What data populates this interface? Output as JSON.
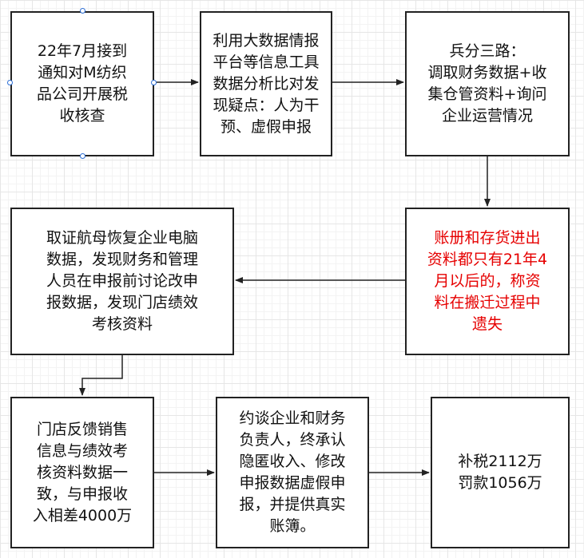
{
  "diagram": {
    "nodes": [
      {
        "id": "step1",
        "text": "22年7月接到\n通知对M纺织\n品公司开展税\n收核查",
        "style": "normal"
      },
      {
        "id": "step2",
        "text": "利用大数据情报\n平台等信息工具\n数据分析比对发\n现疑点：人为干\n预、虚假申报",
        "style": "normal"
      },
      {
        "id": "step3",
        "text": "兵分三路：\n调取财务数据+收\n集仓管资料+询问\n企业运营情况",
        "style": "normal"
      },
      {
        "id": "step4",
        "text": "账册和存货进出\n资料都只有21年4\n月以后的，称资\n料在搬迁过程中\n遗失",
        "style": "alert"
      },
      {
        "id": "step5",
        "text": "取证航母恢复企业电脑\n数据，发现财务和管理\n人员在申报前讨论改申\n报数据，发现门店绩效\n考核资料",
        "style": "normal"
      },
      {
        "id": "step6",
        "text": "门店反馈销售\n信息与绩效考\n核资料数据一\n致，与申报收\n入相差4000万",
        "style": "normal"
      },
      {
        "id": "step7",
        "text": "约谈企业和财务\n负责人，终承认\n隐匿收入、修改\n申报数据虚假申\n报，并提供真实\n账簿。",
        "style": "normal"
      },
      {
        "id": "step8",
        "text": "补税2112万\n罚款1056万",
        "style": "normal"
      }
    ],
    "edges": [
      {
        "from": "step1",
        "to": "step2"
      },
      {
        "from": "step2",
        "to": "step3"
      },
      {
        "from": "step3",
        "to": "step4"
      },
      {
        "from": "step4",
        "to": "step5"
      },
      {
        "from": "step5",
        "to": "step6"
      },
      {
        "from": "step6",
        "to": "step7"
      },
      {
        "from": "step7",
        "to": "step8"
      }
    ],
    "colors": {
      "border": "#222222",
      "alert_text": "#e60000",
      "selection_handle": "#2d6fd6"
    },
    "selected_node": "step1"
  }
}
